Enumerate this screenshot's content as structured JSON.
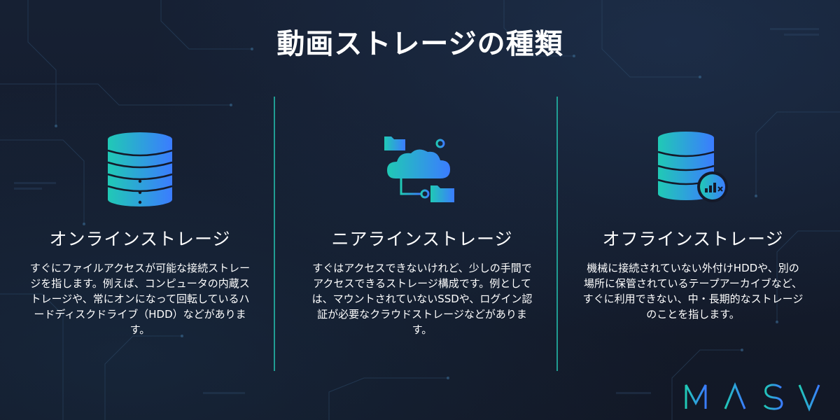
{
  "title": "動画ストレージの種類",
  "colors": {
    "accent_teal": "#20c9b5",
    "accent_blue": "#3b7cff",
    "divider": "#22b3a3",
    "background": "#141a2a"
  },
  "columns": [
    {
      "icon": "database-icon",
      "heading": "オンラインストレージ",
      "description": "すぐにファイルアクセスが可能な接続ストレージを指します。例えば、コンピュータの内蔵ストレージや、常にオンになって回転しているハードディスクドライブ（HDD）などがあります。"
    },
    {
      "icon": "cloud-folder-icon",
      "heading": "ニアラインストレージ",
      "description": "すぐはアクセスできないけれど、少しの手間でアクセスできるストレージ構成です。例としては、マウントされていないSSDや、ログイン認証が必要なクラウドストレージなどがあります。"
    },
    {
      "icon": "database-offline-icon",
      "heading": "オフラインストレージ",
      "description": "機械に接続されていない外付けHDDや、別の場所に保管されているテープアーカイブなど、すぐに利用できない、中・長期的なストレージのことを指します。"
    }
  ],
  "logo": {
    "text": "MASV"
  }
}
